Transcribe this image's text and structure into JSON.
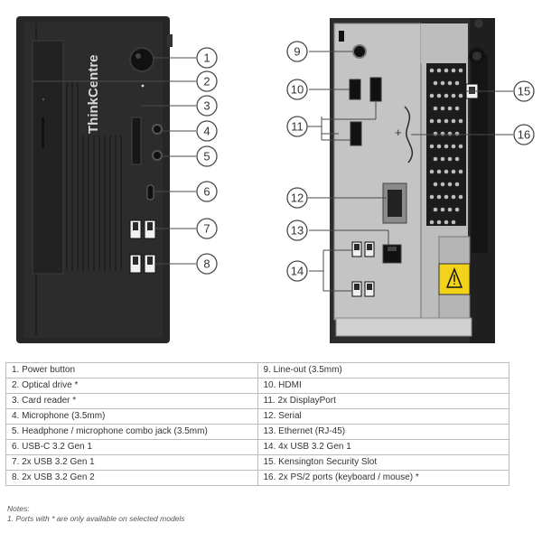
{
  "callouts": [
    "1",
    "2",
    "3",
    "4",
    "5",
    "6",
    "7",
    "8",
    "9",
    "10",
    "11",
    "12",
    "13",
    "14",
    "15",
    "16"
  ],
  "front_brand": "ThinkCentre",
  "legend_left": [
    "1.  Power button",
    "2.  Optical drive *",
    "3.  Card reader *",
    "4.  Microphone (3.5mm)",
    "5.  Headphone / microphone combo jack (3.5mm)",
    "6.  USB-C 3.2 Gen 1",
    "7.  2x USB 3.2 Gen 1",
    "8.  2x USB 3.2 Gen 2"
  ],
  "legend_right": [
    "9.  Line-out (3.5mm)",
    "10. HDMI",
    "11.  2x DisplayPort",
    "12. Serial",
    "13. Ethernet (RJ-45)",
    "14. 4x USB 3.2 Gen 1",
    "15. Kensington Security Slot",
    "16. 2x PS/2 ports (keyboard / mouse) *"
  ],
  "notes": {
    "title": "Notes:",
    "line1": "1. Ports with * are only available on selected models"
  },
  "colors": {
    "case_dark": "#262626",
    "panel_gray": "#c4c4c4",
    "callout_stroke": "#4a4a4a",
    "table_border": "#bdbdbd",
    "warning_yellow": "#f3d21a"
  }
}
